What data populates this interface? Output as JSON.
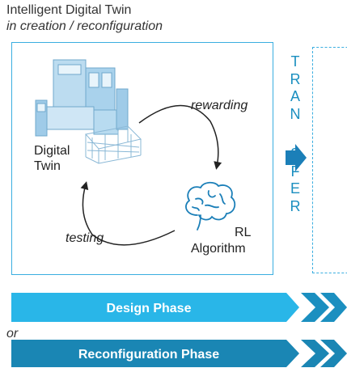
{
  "header": {
    "title": "Intelligent Digital Twin",
    "subtitle": "in creation / reconfiguration"
  },
  "cycle": {
    "digital_twin_line1": "Digital",
    "digital_twin_line2": "Twin",
    "rewarding": "rewarding",
    "testing": "testing",
    "rl_line1": "RL",
    "rl_line2": "Algorithm"
  },
  "transfer": {
    "letters_top": [
      "T",
      "R",
      "A",
      "N"
    ],
    "letters_bottom": [
      "S",
      "F",
      "E",
      "R"
    ]
  },
  "phases": {
    "design": "Design Phase",
    "or": "or",
    "reconfiguration": "Reconfiguration Phase"
  },
  "colors": {
    "frame": "#3aaee0",
    "transfer_text": "#1b8fc0",
    "design_bar": "#29b6e8",
    "reconfig_bar": "#1a86b4",
    "chevron": "#1b8fc0",
    "transfer_arrow": "#1b7fb8"
  },
  "icons": [
    "machine-icon",
    "brain-icon",
    "transfer-arrow-icon",
    "double-chevron-icon"
  ]
}
